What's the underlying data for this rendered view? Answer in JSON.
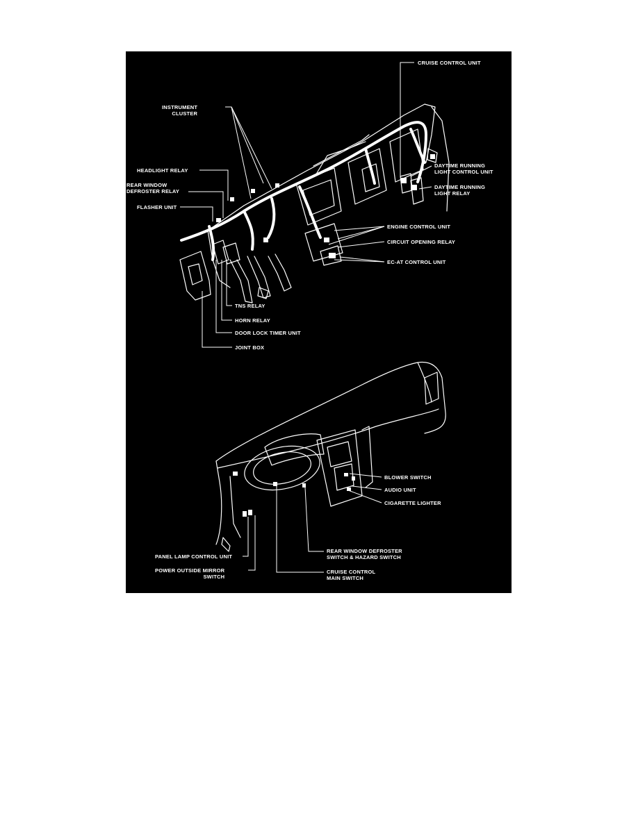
{
  "labels": {
    "cruise_control_unit": "CRUISE  CONTROL UNIT",
    "instrument_cluster": [
      "INSTRUMENT",
      "CLUSTER"
    ],
    "daytime_running_light_control_unit": [
      "DAYTIME RUNNING",
      "LIGHT CONTROL UNIT"
    ],
    "headlight_relay": "HEADLIGHT RELAY",
    "daytime_running_light_relay": [
      "DAYTIME RUNNING",
      "LIGHT RELAY"
    ],
    "rear_window_defroster_relay": [
      "REAR WINDOW",
      "DEFROSTER RELAY"
    ],
    "flasher_unit": "FLASHER UNIT",
    "engine_control_unit": "ENGINE CONTROL UNIT",
    "circuit_opening_relay": "CIRCUIT OPENING RELAY",
    "ec_at_control_unit": "EC-AT CONTROL UNIT",
    "tns_relay": "TNS RELAY",
    "horn_relay": "HORN RELAY",
    "door_lock_timer_unit": "DOOR LOCK TIMER UNIT",
    "joint_box": "JOINT BOX",
    "blower_switch": "BLOWER SWITCH",
    "audio_unit": "AUDIO UNIT",
    "cigarette_lighter": "CIGARETTE LIGHTER",
    "rear_window_defroster_switch": [
      "REAR WINDOW DEFROSTER",
      "SWITCH & HAZARD SWITCH"
    ],
    "panel_lamp_control_unit": "PANEL LAMP CONTROL UNIT",
    "power_outside_mirror_switch": [
      "POWER OUTSIDE MIRROR",
      "SWITCH"
    ],
    "cruise_control_main_switch": [
      "CRUISE CONTROL",
      "MAIN SWITCH"
    ]
  },
  "colors": {
    "panel_background": "#000000",
    "line_art": "#ffffff",
    "page_background": "#ffffff"
  }
}
